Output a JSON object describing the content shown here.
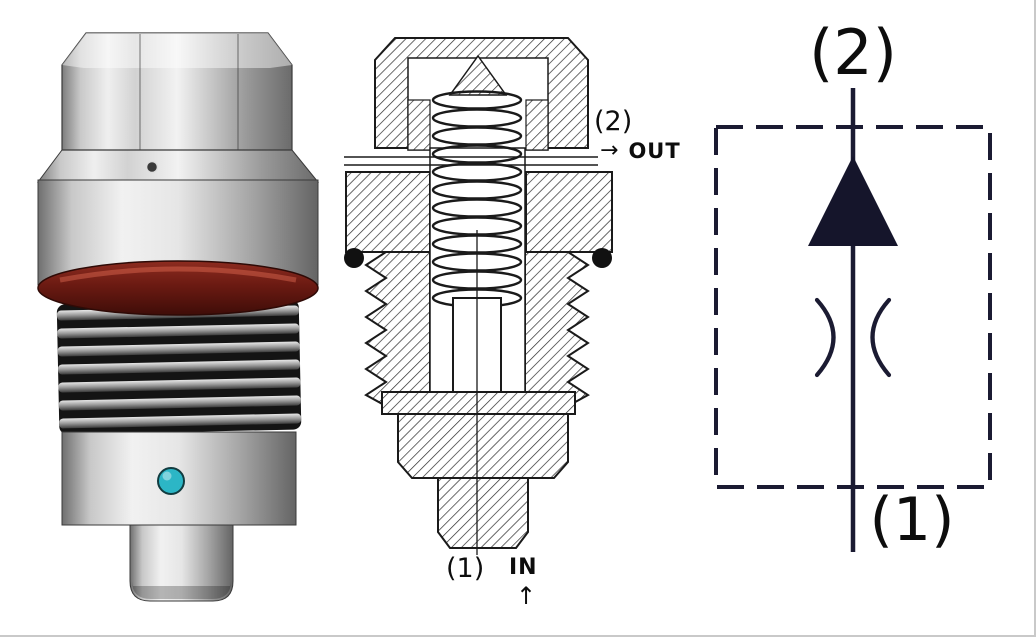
{
  "figure": {
    "background": "#ffffff"
  },
  "colors": {
    "outline": "#1a1a1a",
    "schematic_line": "#1b1b32",
    "oring_red": "#6b1a12",
    "teal_dot": "#2cb6c6",
    "metal_light": "#f0f0f0",
    "metal_dark": "#6a6a6a"
  },
  "section_labels": {
    "port2": "(2)",
    "out_arrow": "→",
    "out": "OUT",
    "port1": "(1)",
    "in": "IN",
    "in_arrow": "↑"
  },
  "schematic_labels": {
    "port2": "(2)",
    "port1": "(1)"
  }
}
